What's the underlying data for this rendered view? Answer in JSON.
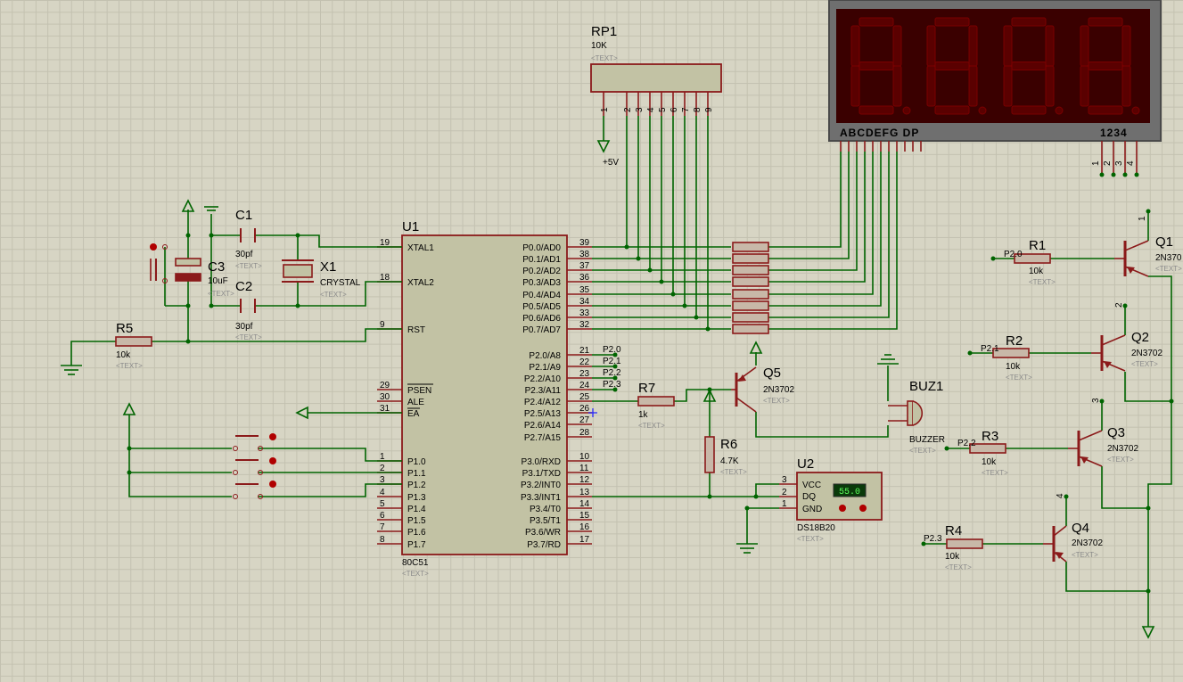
{
  "placeholder": "<TEXT>",
  "u1": {
    "ref": "U1",
    "part": "80C51",
    "left_pins": [
      {
        "num": "19",
        "name": "XTAL1"
      },
      {
        "num": "18",
        "name": "XTAL2"
      },
      {
        "num": "9",
        "name": "RST"
      },
      {
        "num": "29",
        "name": "PSEN"
      },
      {
        "num": "30",
        "name": "ALE"
      },
      {
        "num": "31",
        "name": "EA"
      },
      {
        "num": "1",
        "name": "P1.0"
      },
      {
        "num": "2",
        "name": "P1.1"
      },
      {
        "num": "3",
        "name": "P1.2"
      },
      {
        "num": "4",
        "name": "P1.3"
      },
      {
        "num": "5",
        "name": "P1.4"
      },
      {
        "num": "6",
        "name": "P1.5"
      },
      {
        "num": "7",
        "name": "P1.6"
      },
      {
        "num": "8",
        "name": "P1.7"
      }
    ],
    "right_pins": [
      {
        "num": "39",
        "name": "P0.0/AD0"
      },
      {
        "num": "38",
        "name": "P0.1/AD1"
      },
      {
        "num": "37",
        "name": "P0.2/AD2"
      },
      {
        "num": "36",
        "name": "P0.3/AD3"
      },
      {
        "num": "35",
        "name": "P0.4/AD4"
      },
      {
        "num": "34",
        "name": "P0.5/AD5"
      },
      {
        "num": "33",
        "name": "P0.6/AD6"
      },
      {
        "num": "32",
        "name": "P0.7/AD7"
      },
      {
        "num": "21",
        "name": "P2.0/A8"
      },
      {
        "num": "22",
        "name": "P2.1/A9"
      },
      {
        "num": "23",
        "name": "P2.2/A10"
      },
      {
        "num": "24",
        "name": "P2.3/A11"
      },
      {
        "num": "25",
        "name": "P2.4/A12"
      },
      {
        "num": "26",
        "name": "P2.5/A13"
      },
      {
        "num": "27",
        "name": "P2.6/A14"
      },
      {
        "num": "28",
        "name": "P2.7/A15"
      },
      {
        "num": "10",
        "name": "P3.0/RXD"
      },
      {
        "num": "11",
        "name": "P3.1/TXD"
      },
      {
        "num": "12",
        "name": "P3.2/INT0"
      },
      {
        "num": "13",
        "name": "P3.3/INT1"
      },
      {
        "num": "14",
        "name": "P3.4/T0"
      },
      {
        "num": "15",
        "name": "P3.5/T1"
      },
      {
        "num": "16",
        "name": "P3.6/WR"
      },
      {
        "num": "17",
        "name": "P3.7/RD"
      }
    ],
    "net_labels": [
      "P2.0",
      "P2.1",
      "P2.2",
      "P2.3"
    ]
  },
  "rp1": {
    "ref": "RP1",
    "value": "10K",
    "pins": [
      "1",
      "2",
      "3",
      "4",
      "5",
      "6",
      "7",
      "8",
      "9"
    ],
    "supply": "+5V"
  },
  "display": {
    "segment_label": "ABCDEFG  DP",
    "digit_label": "1234",
    "pins": [
      "1",
      "2",
      "3",
      "4"
    ]
  },
  "c1": {
    "ref": "C1",
    "value": "30pf"
  },
  "c2": {
    "ref": "C2",
    "value": "30pf"
  },
  "c3": {
    "ref": "C3",
    "value": "10uF"
  },
  "x1": {
    "ref": "X1",
    "value": "CRYSTAL"
  },
  "r1": {
    "ref": "R1",
    "value": "10k",
    "net": "P2.0"
  },
  "r2": {
    "ref": "R2",
    "value": "10k",
    "net": "P2.1"
  },
  "r3": {
    "ref": "R3",
    "value": "10k",
    "net": "P2.2"
  },
  "r4": {
    "ref": "R4",
    "value": "10k",
    "net": "P2.3"
  },
  "r5": {
    "ref": "R5",
    "value": "10k"
  },
  "r6": {
    "ref": "R6",
    "value": "4.7K"
  },
  "r7": {
    "ref": "R7",
    "value": "1k"
  },
  "q1": {
    "ref": "Q1",
    "value": "2N370",
    "pin": "1"
  },
  "q2": {
    "ref": "Q2",
    "value": "2N3702",
    "pin": "2"
  },
  "q3": {
    "ref": "Q3",
    "value": "2N3702",
    "pin": "3"
  },
  "q4": {
    "ref": "Q4",
    "value": "2N3702",
    "pin": "4"
  },
  "q5": {
    "ref": "Q5",
    "value": "2N3702"
  },
  "buz1": {
    "ref": "BUZ1",
    "value": "BUZZER"
  },
  "u2": {
    "ref": "U2",
    "value": "DS18B20",
    "pins": [
      {
        "num": "3",
        "name": "VCC"
      },
      {
        "num": "2",
        "name": "DQ"
      },
      {
        "num": "1",
        "name": "GND"
      }
    ],
    "reading": "55.0"
  }
}
